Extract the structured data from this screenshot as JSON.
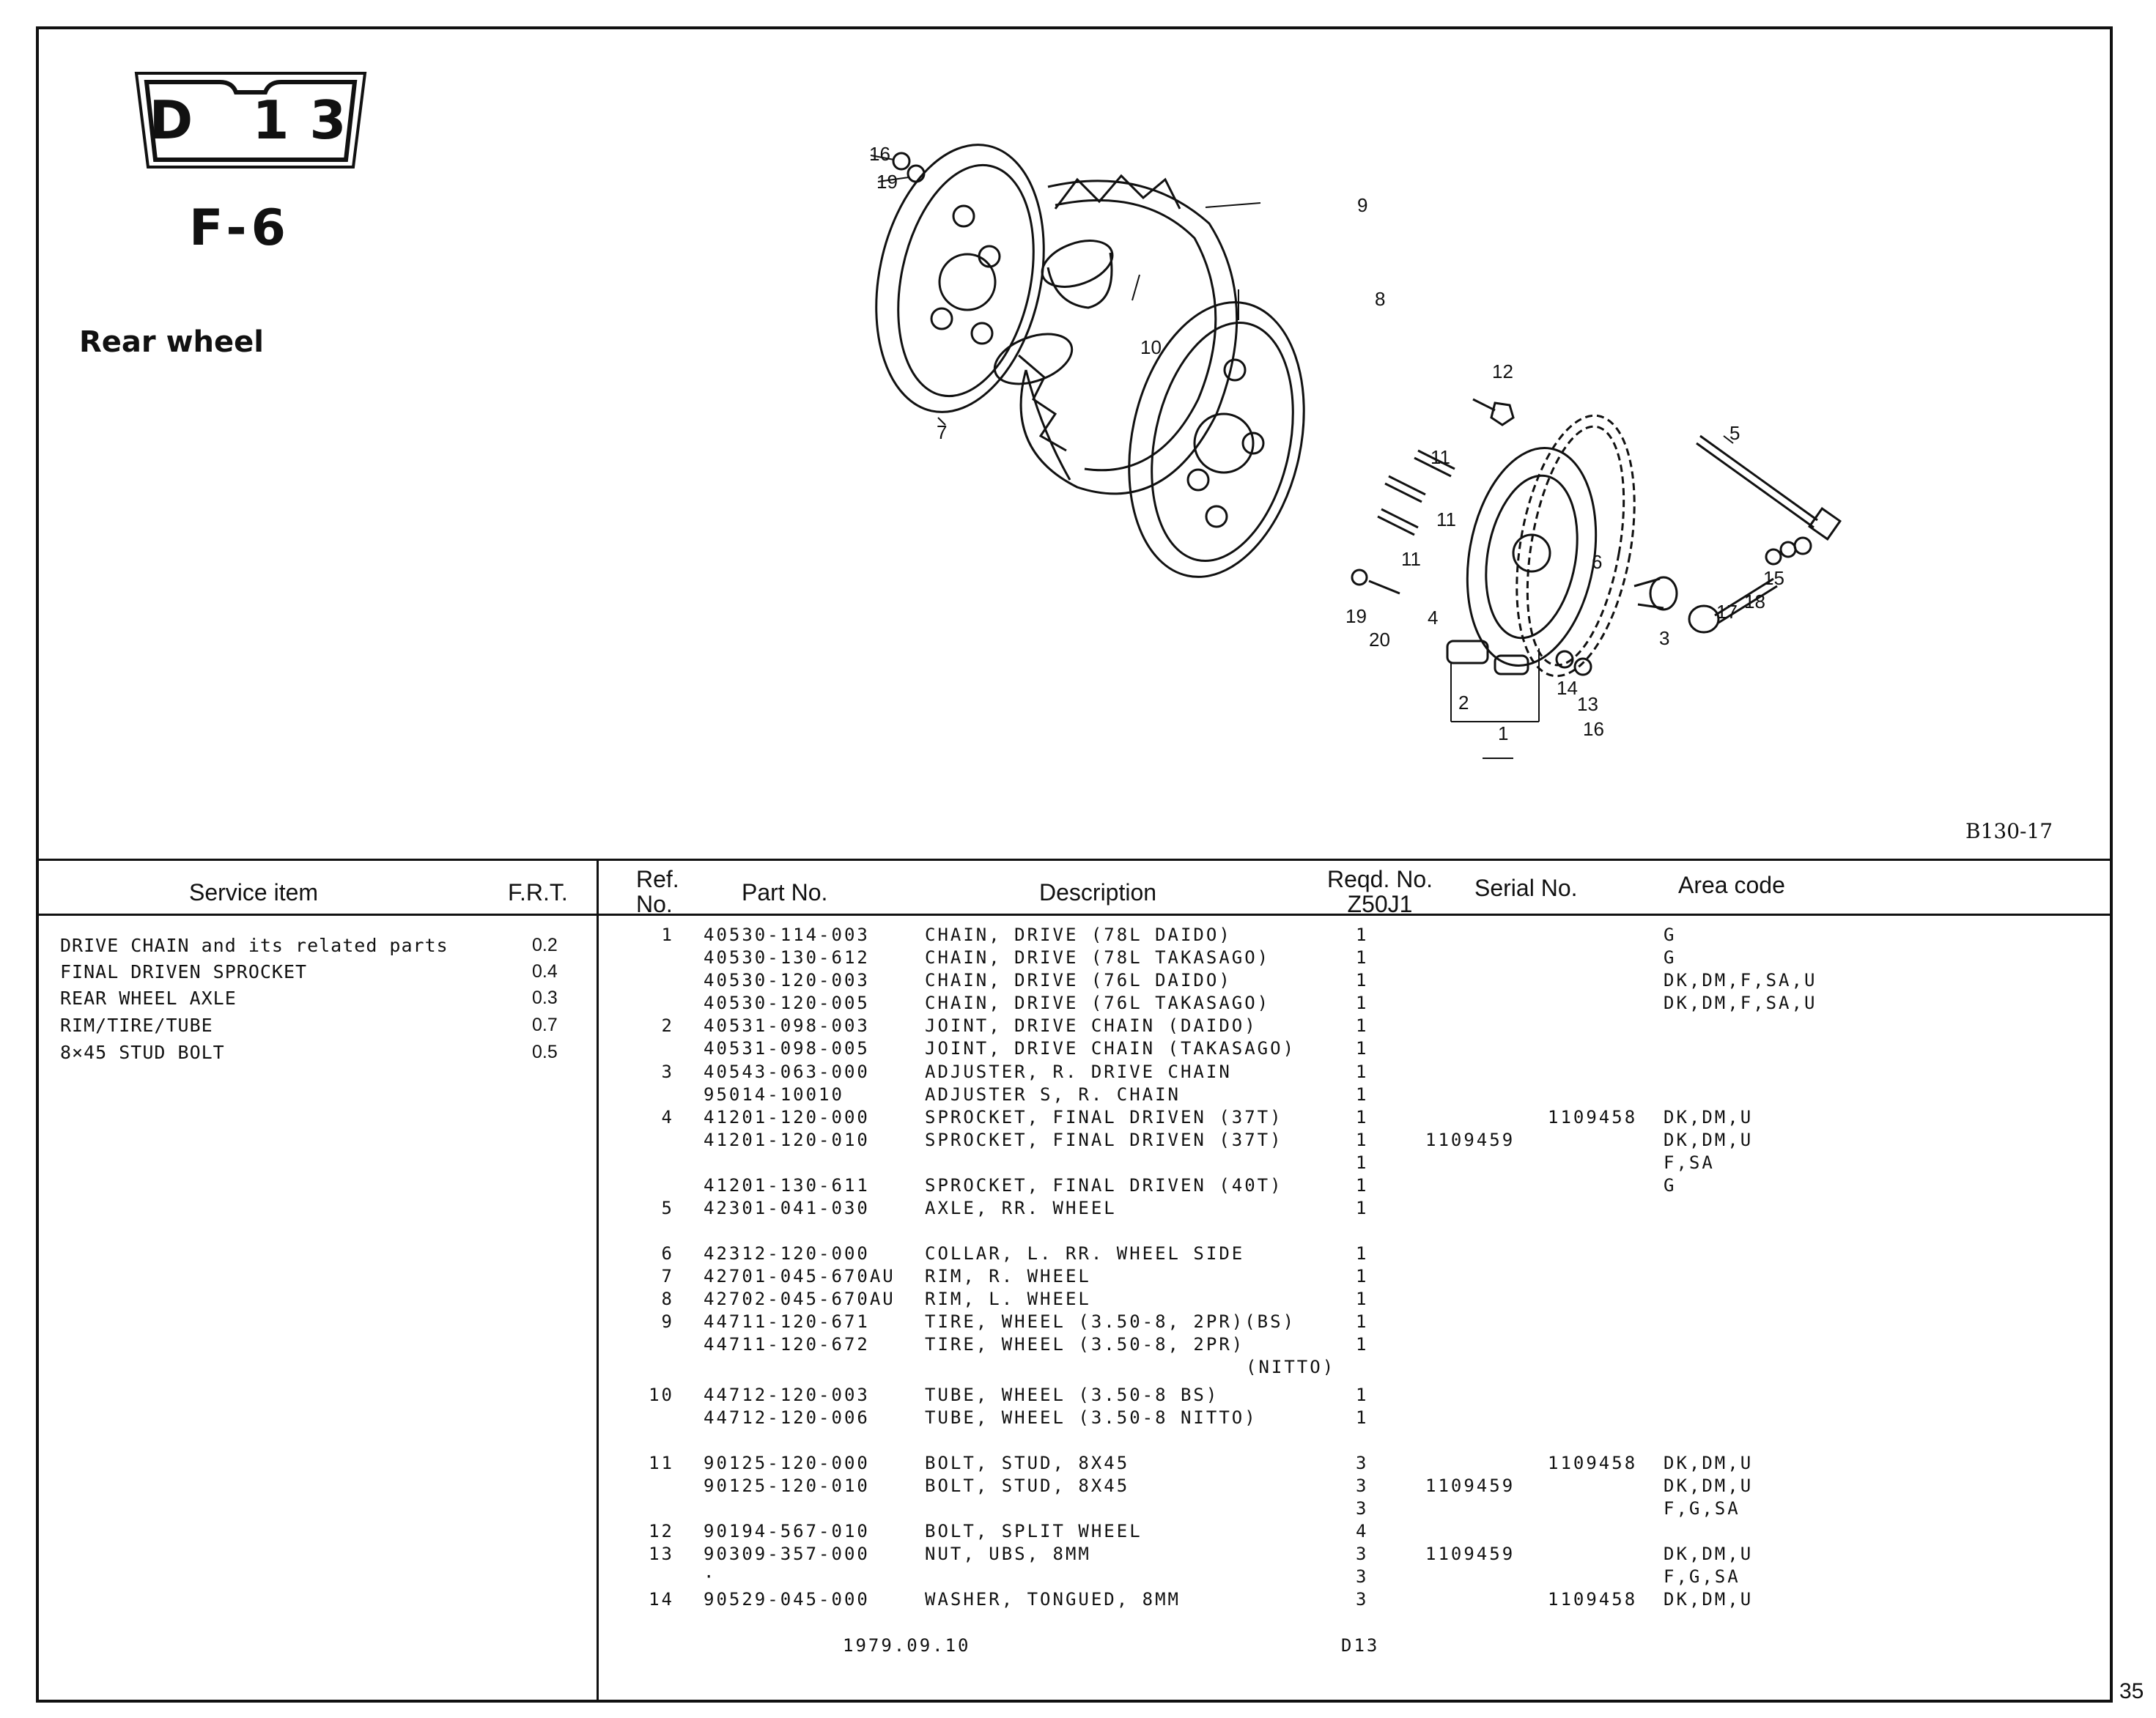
{
  "header": {
    "section_code": "D 13",
    "subsection": "F-6",
    "title": "Rear wheel",
    "figure_code": "B130-17"
  },
  "callouts": [
    "16",
    "19",
    "9",
    "8",
    "10",
    "7",
    "12",
    "11",
    "5",
    "11",
    "11",
    "6",
    "15",
    "18",
    "17",
    "19",
    "20",
    "4",
    "3",
    "14",
    "13",
    "16",
    "2",
    "1"
  ],
  "table": {
    "columns": {
      "service_item": "Service item",
      "frt": "F.R.T.",
      "ref": "Ref. No.",
      "part_no": "Part No.",
      "description": "Description",
      "reqd": "Reqd. No. Z50J1",
      "serial": "Serial No.",
      "area": "Area code"
    },
    "service_items": [
      {
        "name": "DRIVE CHAIN and its related parts",
        "frt": "0.2"
      },
      {
        "name": "FINAL DRIVEN SPROCKET",
        "frt": "0.4"
      },
      {
        "name": "REAR WHEEL AXLE",
        "frt": "0.3"
      },
      {
        "name": "RIM/TIRE/TUBE",
        "frt": "0.7"
      },
      {
        "name": "8×45 STUD BOLT",
        "frt": "0.5"
      }
    ],
    "parts": [
      {
        "ref": "1",
        "part": "40530-114-003",
        "desc": "CHAIN, DRIVE (78L DAIDO)",
        "qty": "1",
        "serial_to": "",
        "serial_from": "",
        "area": "G"
      },
      {
        "ref": "",
        "part": "40530-130-612",
        "desc": "CHAIN, DRIVE (78L TAKASAGO)",
        "qty": "1",
        "serial_to": "",
        "serial_from": "",
        "area": "G"
      },
      {
        "ref": "",
        "part": "40530-120-003",
        "desc": "CHAIN, DRIVE (76L DAIDO)",
        "qty": "1",
        "serial_to": "",
        "serial_from": "",
        "area": "DK,DM,F,SA,U"
      },
      {
        "ref": "",
        "part": "40530-120-005",
        "desc": "CHAIN, DRIVE (76L TAKASAGO)",
        "qty": "1",
        "serial_to": "",
        "serial_from": "",
        "area": "DK,DM,F,SA,U"
      },
      {
        "ref": "2",
        "part": "40531-098-003",
        "desc": "JOINT, DRIVE CHAIN (DAIDO)",
        "qty": "1",
        "serial_to": "",
        "serial_from": "",
        "area": ""
      },
      {
        "ref": "",
        "part": "40531-098-005",
        "desc": "JOINT, DRIVE CHAIN (TAKASAGO)",
        "qty": "1",
        "serial_to": "",
        "serial_from": "",
        "area": ""
      },
      {
        "ref": "3",
        "part": "40543-063-000",
        "desc": "ADJUSTER, R. DRIVE CHAIN",
        "qty": "1",
        "serial_to": "",
        "serial_from": "",
        "area": ""
      },
      {
        "ref": "",
        "part": "95014-10010",
        "desc": "ADJUSTER S, R. CHAIN",
        "qty": "1",
        "serial_to": "",
        "serial_from": "",
        "area": ""
      },
      {
        "ref": "4",
        "part": "41201-120-000",
        "desc": "SPROCKET, FINAL DRIVEN (37T)",
        "qty": "1",
        "serial_to": "1109458",
        "serial_from": "",
        "area": "DK,DM,U"
      },
      {
        "ref": "",
        "part": "41201-120-010",
        "desc": "SPROCKET, FINAL DRIVEN (37T)",
        "qty": "1",
        "serial_to": "",
        "serial_from": "1109459",
        "area": "DK,DM,U"
      },
      {
        "ref": "",
        "part": "",
        "desc": "",
        "qty": "1",
        "serial_to": "",
        "serial_from": "",
        "area": "F,SA"
      },
      {
        "ref": "",
        "part": "41201-130-611",
        "desc": "SPROCKET, FINAL DRIVEN (40T)",
        "qty": "1",
        "serial_to": "",
        "serial_from": "",
        "area": "G"
      },
      {
        "ref": "5",
        "part": "42301-041-030",
        "desc": "AXLE, RR. WHEEL",
        "qty": "1",
        "serial_to": "",
        "serial_from": "",
        "area": ""
      },
      {
        "ref": "6",
        "part": "42312-120-000",
        "desc": "COLLAR, L. RR. WHEEL SIDE",
        "qty": "1",
        "serial_to": "",
        "serial_from": "",
        "area": ""
      },
      {
        "ref": "7",
        "part": "42701-045-670AU",
        "desc": "RIM, R. WHEEL",
        "qty": "1",
        "serial_to": "",
        "serial_from": "",
        "area": ""
      },
      {
        "ref": "8",
        "part": "42702-045-670AU",
        "desc": "RIM, L. WHEEL",
        "qty": "1",
        "serial_to": "",
        "serial_from": "",
        "area": ""
      },
      {
        "ref": "9",
        "part": "44711-120-671",
        "desc": "TIRE, WHEEL (3.50-8, 2PR)(BS)",
        "qty": "1",
        "serial_to": "",
        "serial_from": "",
        "area": ""
      },
      {
        "ref": "",
        "part": "44711-120-672",
        "desc": "TIRE, WHEEL (3.50-8, 2PR)",
        "qty": "1",
        "serial_to": "",
        "serial_from": "",
        "area": ""
      },
      {
        "ref": "",
        "part": "",
        "desc": "(NITTO)",
        "qty": "",
        "serial_to": "",
        "serial_from": "",
        "area": ""
      },
      {
        "ref": "10",
        "part": "44712-120-003",
        "desc": "TUBE, WHEEL (3.50-8 BS)",
        "qty": "1",
        "serial_to": "",
        "serial_from": "",
        "area": ""
      },
      {
        "ref": "",
        "part": "44712-120-006",
        "desc": "TUBE, WHEEL (3.50-8 NITTO)",
        "qty": "1",
        "serial_to": "",
        "serial_from": "",
        "area": ""
      },
      {
        "ref": "11",
        "part": "90125-120-000",
        "desc": "BOLT, STUD, 8X45",
        "qty": "3",
        "serial_to": "1109458",
        "serial_from": "",
        "area": "DK,DM,U"
      },
      {
        "ref": "",
        "part": "90125-120-010",
        "desc": "BOLT, STUD, 8X45",
        "qty": "3",
        "serial_to": "",
        "serial_from": "1109459",
        "area": "DK,DM,U"
      },
      {
        "ref": "",
        "part": "",
        "desc": "",
        "qty": "3",
        "serial_to": "",
        "serial_from": "",
        "area": "F,G,SA"
      },
      {
        "ref": "12",
        "part": "90194-567-010",
        "desc": "BOLT, SPLIT WHEEL",
        "qty": "4",
        "serial_to": "",
        "serial_from": "",
        "area": ""
      },
      {
        "ref": "13",
        "part": "90309-357-000",
        "desc": "NUT, UBS, 8MM",
        "qty": "3",
        "serial_to": "",
        "serial_from": "1109459",
        "area": "DK,DM,U"
      },
      {
        "ref": "",
        "part": "·",
        "desc": "",
        "qty": "3",
        "serial_to": "",
        "serial_from": "",
        "area": "F,G,SA"
      },
      {
        "ref": "14",
        "part": "90529-045-000",
        "desc": "WASHER, TONGUED, 8MM",
        "qty": "3",
        "serial_to": "1109458",
        "serial_from": "",
        "area": "DK,DM,U"
      }
    ],
    "footer_date": "1979.09.10",
    "footer_code": "D13"
  },
  "page_number": "35"
}
